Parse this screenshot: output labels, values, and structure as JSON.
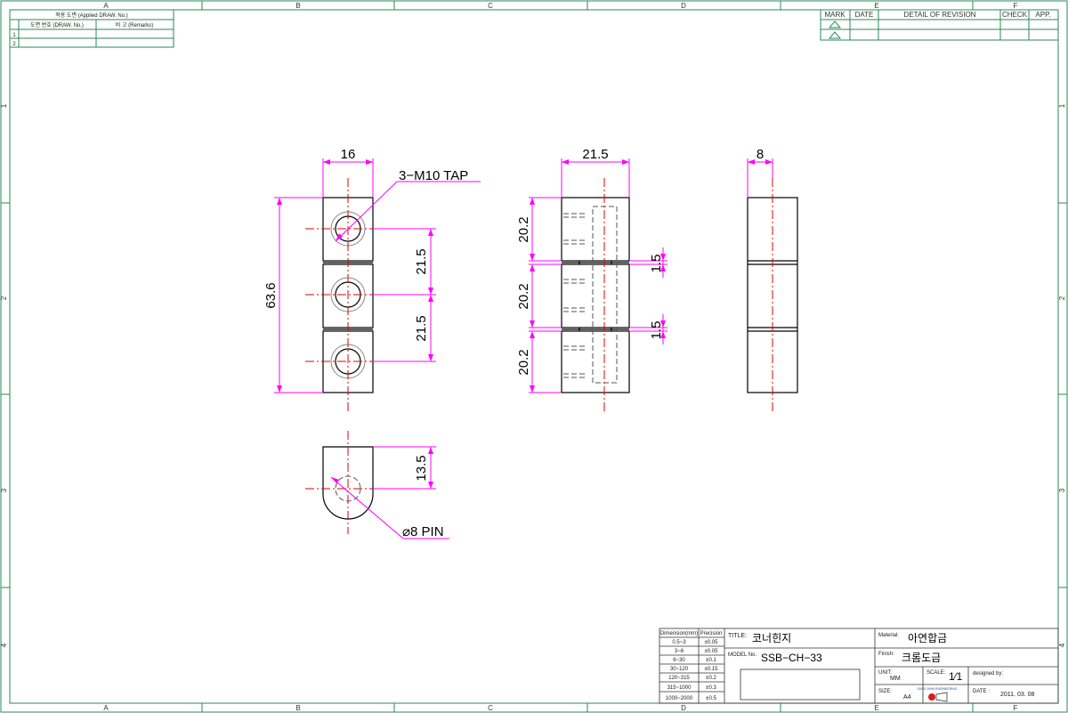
{
  "zones": {
    "columns": [
      "A",
      "B",
      "C",
      "D",
      "E",
      "F"
    ],
    "rows": [
      "1",
      "2",
      "3",
      "4"
    ]
  },
  "applied_table": {
    "header": "적용 도면 (Applied DRAW. No.)",
    "col_no": "도면 번호 (DRAW. No.)",
    "col_remarks": "비 고 (Remarks)",
    "rows": [
      "1",
      "2"
    ]
  },
  "revision_table": {
    "mark": "MARK",
    "date": "DATE",
    "detail": "DETAIL OF REVISION",
    "check": "CHECK",
    "app": "APP."
  },
  "annotations": {
    "tap": "3−M10 TAP",
    "pin": "⌀8 PIN"
  },
  "dimensions": {
    "front_width": "16",
    "front_height": "63.6",
    "pitch_upper": "21.5",
    "pitch_lower": "21.5",
    "side_width": "21.5",
    "knuckle_upper": "20.2",
    "knuckle_middle": "20.2",
    "knuckle_lower": "20.2",
    "gap_upper": "1.5",
    "gap_lower": "1.5",
    "right_width": "8",
    "bottom_offset": "13.5"
  },
  "title_block": {
    "tolerance_table": {
      "header_dimension": "Dimension(mm)",
      "header_precision": "Precision",
      "rows": [
        {
          "range": "0.5~3",
          "tol": "±0.05"
        },
        {
          "range": "3~6",
          "tol": "±0.05"
        },
        {
          "range": "6~30",
          "tol": "±0.1"
        },
        {
          "range": "30~120",
          "tol": "±0.15"
        },
        {
          "range": "120~315",
          "tol": "±0.2"
        },
        {
          "range": "315~1000",
          "tol": "±0.3"
        },
        {
          "range": "1000~2000",
          "tol": "±0.5"
        }
      ]
    },
    "title_label": "TITLE:",
    "title_value": "코너힌지",
    "model_label": "MODEL No.",
    "model_value": "SSB−CH−33",
    "material_label": "Material:",
    "material_value": "아연합금",
    "finish_label": "Finish:",
    "finish_value": "크롬도금",
    "unit_label": "UNIT:",
    "unit_value": "MM",
    "scale_label": "SCALE:",
    "scale_value": "1⁄1",
    "designed_label": "designed by:",
    "size_label": "SIZE:",
    "size_value": "A4",
    "date_label": "DATE :",
    "date_value": "2011. 03. 08",
    "logo_text": "SUNG SHIN ENGINEERING",
    "colors": {
      "frame": "#2a8a5a",
      "dimension": "#ff00ff",
      "centerline": "#e00000",
      "object": "#000000"
    }
  }
}
